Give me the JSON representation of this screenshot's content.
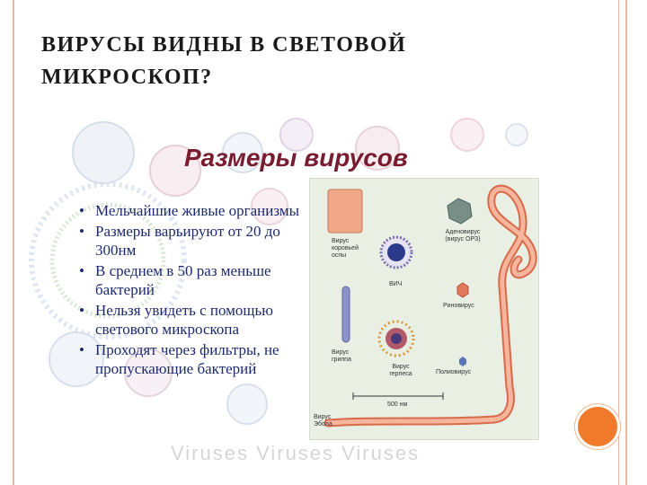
{
  "slide": {
    "title_line1": "ВИРУСЫ ВИДНЫ В СВЕТОВОЙ",
    "title_line2": "МИКРОСКОП?"
  },
  "picture": {
    "heading": "Размеры вирусов",
    "bullets": [
      "Мельчайшие живые организмы",
      "Размеры варьируют от 20 до 300нм",
      "В среднем в 50 раз меньше бактерий",
      "Нельзя увидеть с помощью светового микроскопа",
      "Проходят через фильтры, не пропускающие бактерий"
    ],
    "bullet_symbol": "•",
    "diagram_labels": {
      "smallpox": "Вирус коровьей оспы",
      "adenovirus": "Аденовирус (вирус ОРЗ)",
      "hiv": "ВИЧ",
      "rhinovirus": "Риновирус",
      "influenza": "Вирус гриппа",
      "herpes": "Вирус герпеса",
      "poliovirus": "Полиовирус",
      "scale": "500 нм",
      "ebola": "Вирус Эбола"
    },
    "watermark": "Viruses Viruses Viruses"
  },
  "colors": {
    "accent_orange": "#f07a2a",
    "frame_line": "#e8b8a0",
    "heading_maroon": "#7a1c30",
    "bullet_text": "#1e2a70",
    "ebola_body": "#f0a888"
  }
}
